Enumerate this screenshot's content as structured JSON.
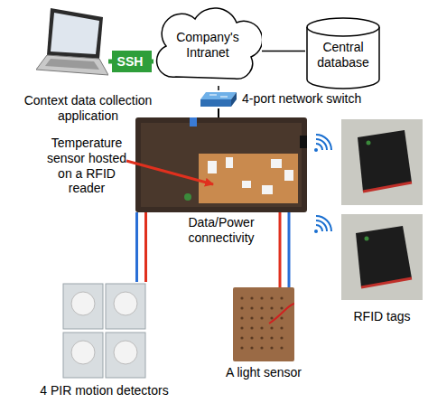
{
  "diagram": {
    "nodes": [
      {
        "text": [
          "Context data collection application"
        ]
      },
      {
        "text": [
          "SSH"
        ]
      },
      {
        "text": [
          "Company's Intranet"
        ]
      },
      {
        "text": [
          "Central database"
        ]
      },
      {
        "text": [
          "4-port network switch"
        ]
      },
      {
        "text": [
          "Data/Power connectivity"
        ]
      },
      {
        "text": [
          "RFID tags"
        ]
      },
      {
        "text": [
          "4 PIR motion detectors"
        ]
      },
      {
        "text": [
          "A light sensor"
        ]
      }
    ],
    "edges": [
      {
        "from": 0,
        "to": 1,
        "arrow": "none"
      },
      {
        "from": 1,
        "to": 2,
        "arrow": "none"
      },
      {
        "from": 2,
        "to": 3,
        "arrow": "none"
      },
      {
        "from": 2,
        "to": 4,
        "arrow": "none"
      },
      {
        "from": 4,
        "to": 5,
        "arrow": "none"
      },
      {
        "from": 5,
        "to": 7,
        "arrow": "none"
      },
      {
        "from": 5,
        "to": 8,
        "arrow": "none"
      }
    ],
    "labels": [
      "Temperature sensor hosted on a RFID reader"
    ]
  }
}
